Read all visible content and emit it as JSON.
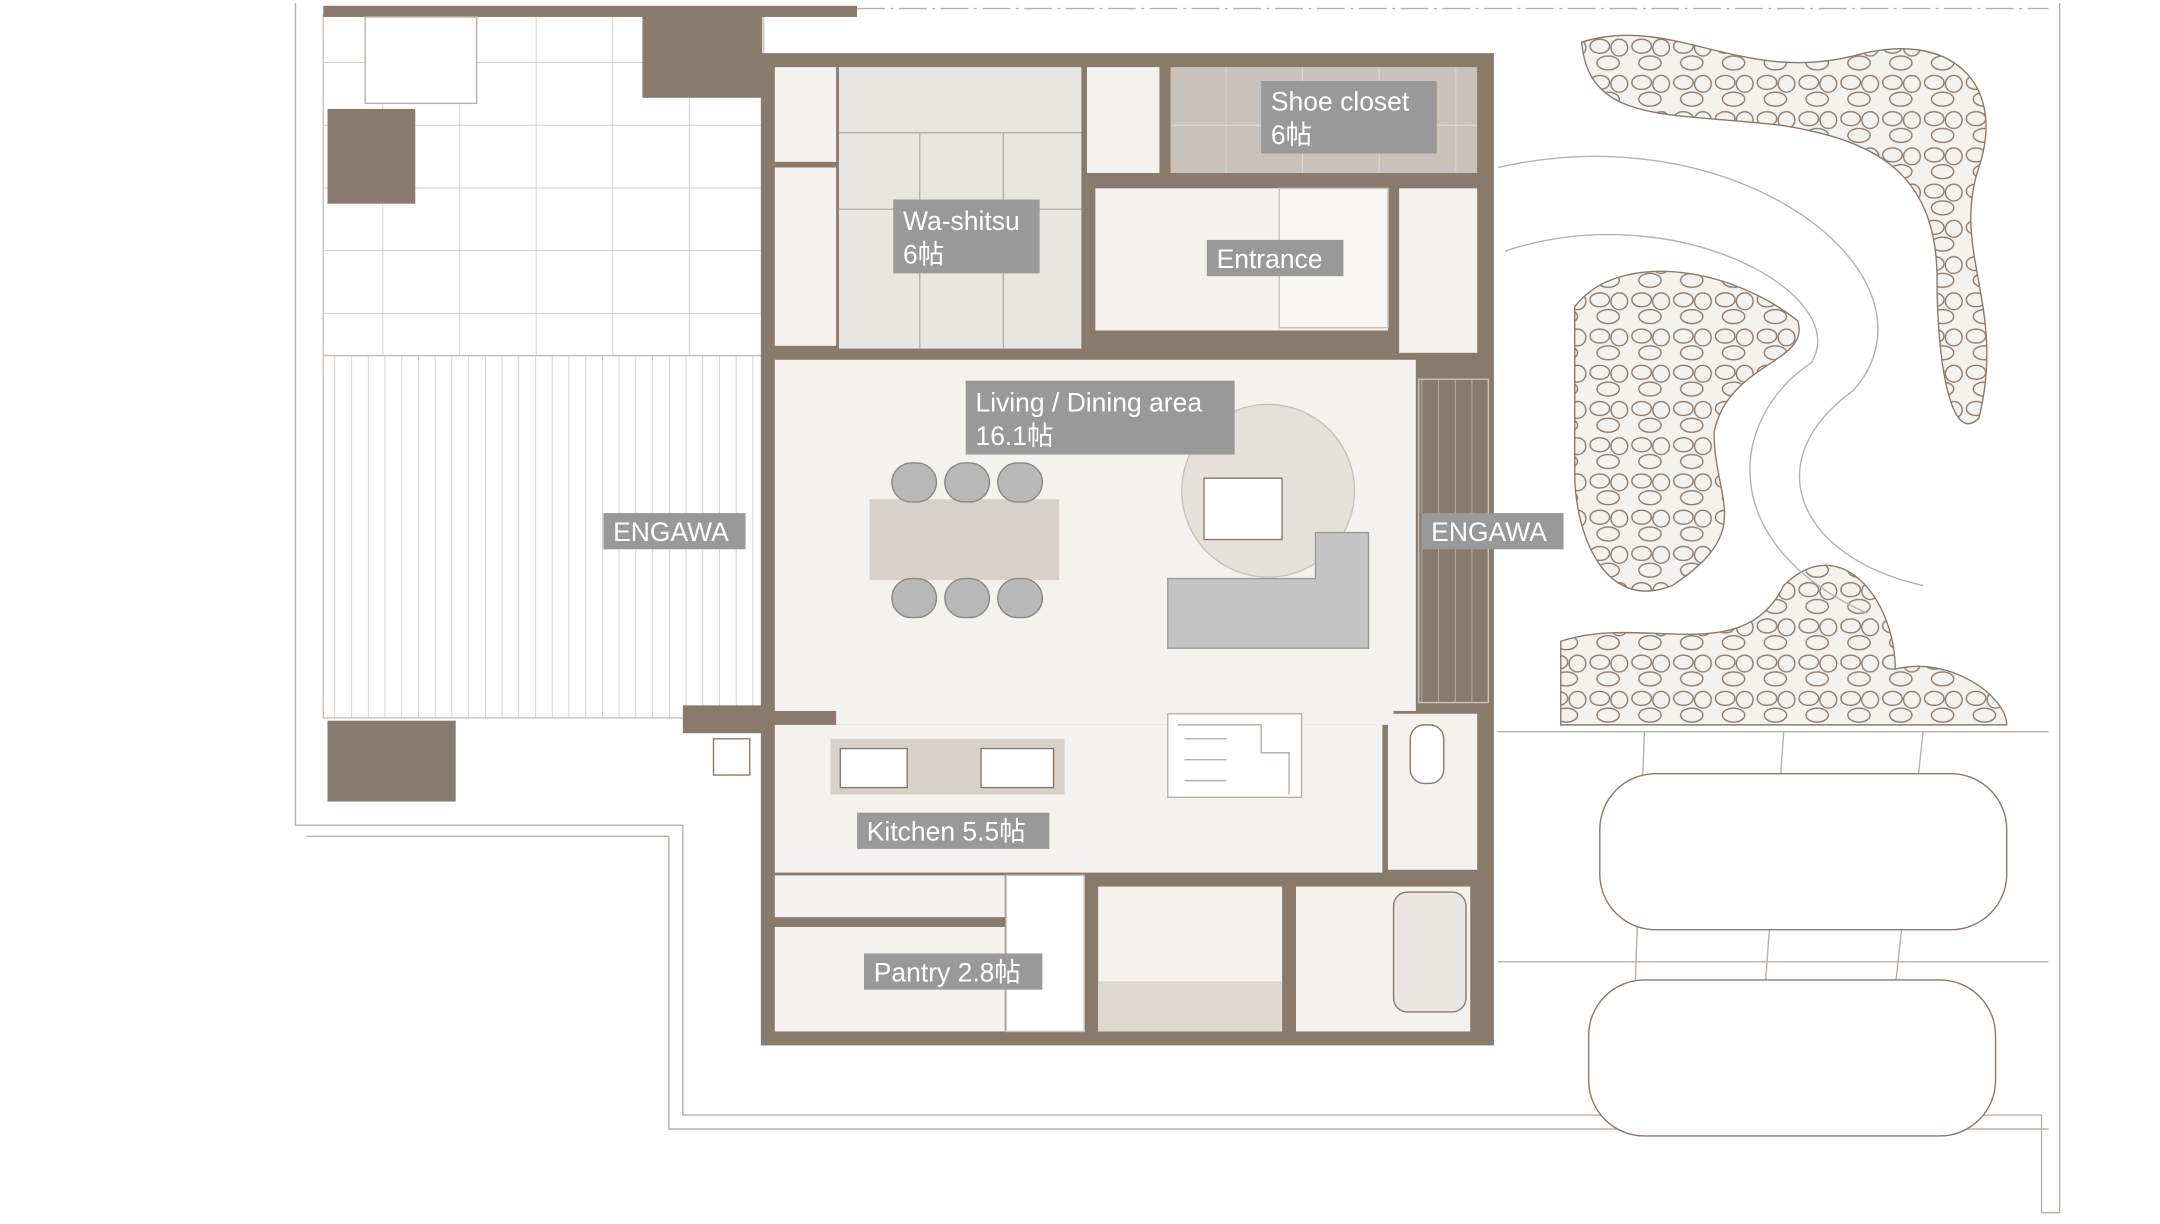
{
  "plan": {
    "rooms": {
      "shoe_closet": {
        "name": "Shoe closet",
        "area": "6帖"
      },
      "washitsu": {
        "name": "Wa-shitsu",
        "area": "6帖"
      },
      "entrance": {
        "name": "Entrance"
      },
      "living": {
        "name": "Living / Dining area",
        "area": "16.1帖"
      },
      "engawa_left": {
        "name": "ENGAWA"
      },
      "engawa_right": {
        "name": "ENGAWA"
      },
      "kitchen": {
        "name": "Kitchen 5.5帖"
      },
      "pantry": {
        "name": "Pantry 2.8帖"
      }
    },
    "colors": {
      "wall": "#8a7a6c",
      "label_bg": "#999999",
      "floor": "#f3f2ee",
      "tatami": "#e8e6e0"
    }
  }
}
